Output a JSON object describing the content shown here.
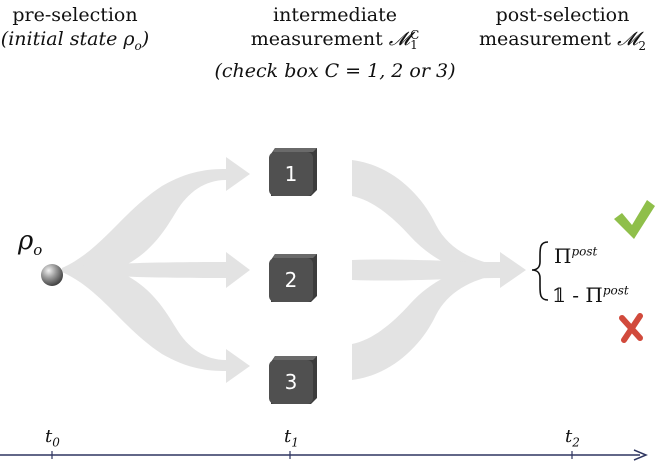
{
  "headers": {
    "pre": {
      "line1": "pre-selection",
      "line2": "(initial state ρ",
      "line2_sub": "o",
      "line2_end": ")"
    },
    "mid": {
      "line1": "intermediate",
      "line2": "measurement ",
      "line2_sym": "𝓜",
      "line2_sub": "1",
      "line2_sup": "C",
      "line3": "(check box C = 1, 2 or 3)"
    },
    "post": {
      "line1": "post-selection",
      "line2": "measurement ",
      "line2_sym": "𝓜",
      "line2_sub": "2"
    }
  },
  "state": {
    "symbol": "ρ",
    "sub": "o"
  },
  "boxes": [
    "1",
    "2",
    "3"
  ],
  "outcomes": {
    "pass": {
      "base": "Π",
      "sup": "post"
    },
    "fail": {
      "prefix": "𝟙 - Π",
      "sup": "post"
    }
  },
  "timeline": {
    "t0": {
      "base": "t",
      "sub": "0"
    },
    "t1": {
      "base": "t",
      "sub": "1"
    },
    "t2": {
      "base": "t",
      "sub": "2"
    }
  },
  "colors": {
    "arrow_fill": "#e3e3e3",
    "box": "#4a4a4a",
    "check": "#8fbf4a",
    "cross": "#d14a3c",
    "axis": "#2e3560"
  },
  "icons": {
    "pass": "check-icon",
    "fail": "cross-icon",
    "particle": "sphere-icon"
  }
}
